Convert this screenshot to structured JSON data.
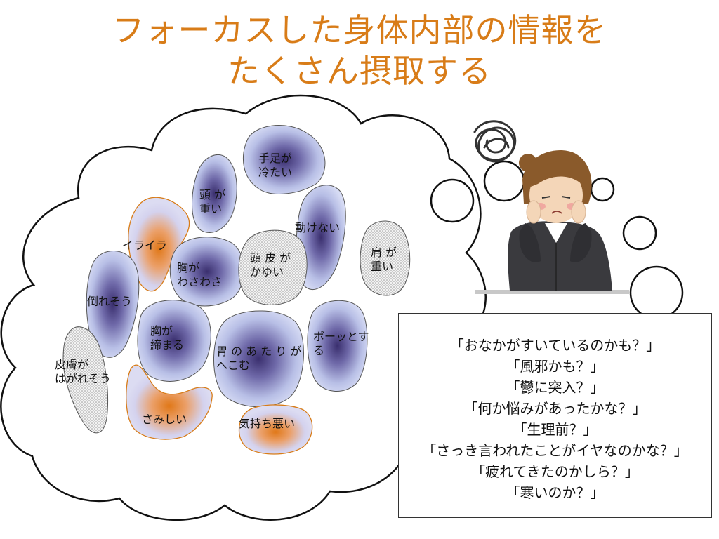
{
  "title": {
    "line1": "フォーカスした身体内部の情報を",
    "line2": "たくさん摂取する"
  },
  "colors": {
    "title": "#d87c18",
    "blob_blue": "#c9cfef",
    "blob_core_blue": "#3a2f6e",
    "blob_orange_core": "#e07818",
    "blob_orange_stroke": "#d87c18",
    "blob_gray": "#d6d6d6"
  },
  "sensations": {
    "hands_cold": {
      "line1": "手足が",
      "line2": "冷たい"
    },
    "head_heavy": {
      "line1": "頭 が",
      "line2": "重い"
    },
    "cant_move": "動けない",
    "irritated": "イライラ",
    "chest_uneasy": {
      "line1": "胸が",
      "line2": "わさわさ"
    },
    "scalp_itchy": {
      "line1": "頭 皮 が",
      "line2": "かゆい"
    },
    "shoulder_heavy": {
      "line1": "肩 が",
      "line2": "重い"
    },
    "about_to_collapse": "倒れそう",
    "chest_tight": {
      "line1": "胸が",
      "line2": "締まる"
    },
    "stomach_hollow": {
      "line1": "胃 の あ た り が",
      "line2": "へこむ"
    },
    "spacing_out": {
      "line1": "ボーッとす",
      "line2": "る"
    },
    "skin_peeling": {
      "line1": "皮膚が",
      "line2": "はがれそう"
    },
    "lonely": "さみしい",
    "nauseous": "気持ち悪い"
  },
  "questions": [
    "「おなかがすいているのかも？」",
    "「風邪かも？」",
    "「鬱に突入？」",
    "「何か悩みがあったかな？」",
    "「生理前？」",
    "「さっき言われたことがイヤなのかな？」",
    "「疲れてきたのかしら？」",
    "「寒いのか？」"
  ],
  "icons": {
    "person": "worried-woman-icon",
    "scribble": "scribble-cloud-icon"
  }
}
